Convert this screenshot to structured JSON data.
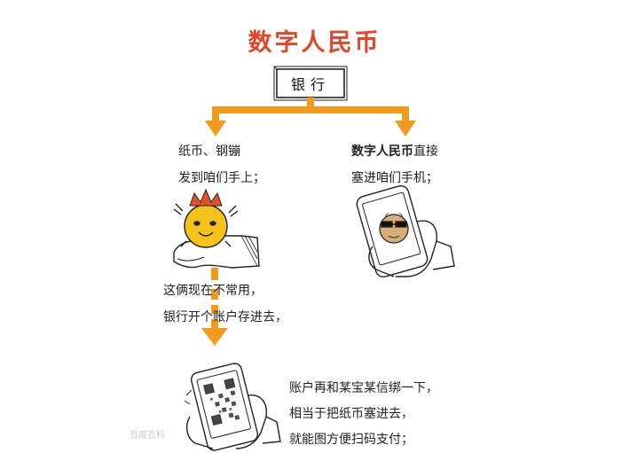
{
  "title": "数字人民币",
  "bank_label": "银行",
  "left_caption": [
    "纸币、钢镚",
    "发到咱们手上；"
  ],
  "right_caption": {
    "bold": "数字人民币",
    "rest": "直接",
    "line2": "塞进咱们手机；"
  },
  "middle_caption": [
    "这俩现在不常用，",
    "银行开个账户存进去，"
  ],
  "bottom_caption": [
    "账户再和某宝某信绑一下，",
    "相当于把纸币塞进去，",
    "就能图方便扫码支付；"
  ],
  "watermark": "百度百科",
  "colors": {
    "accent": "#f29a1b",
    "title": "#e2462a",
    "ink": "#222222",
    "coin": "#f5c21a",
    "crown": "#e0512c",
    "face": "#d9ad7a"
  },
  "icons": {
    "hand_coin": "hand-holding-coin-icon",
    "phone_sunglasses": "hand-holding-phone-sunglasses-icon",
    "phone_qr": "hand-holding-phone-qr-icon"
  }
}
